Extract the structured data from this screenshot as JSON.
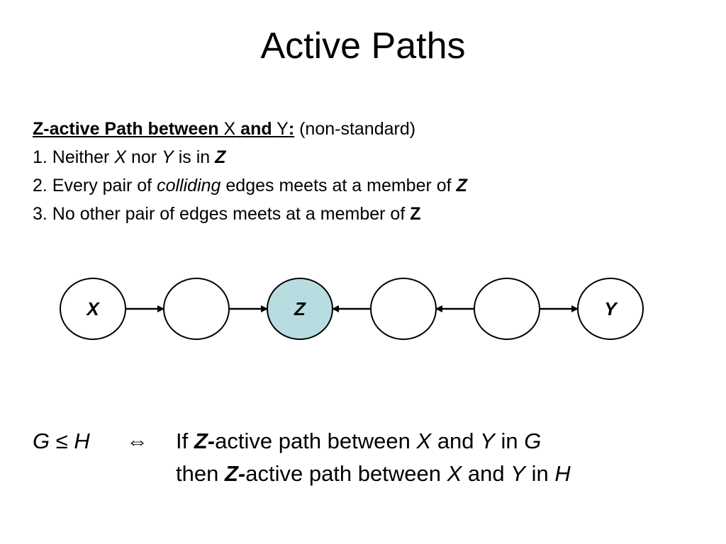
{
  "title": "Active Paths",
  "definition": {
    "heading": {
      "part1": "Z-active Path between",
      "var_x": "X",
      "and": "and",
      "var_y": "Y",
      "colon": ":",
      "note": "(non-standard)"
    },
    "rule1": {
      "prefix": "1. Neither",
      "x": "X",
      "nor": "nor",
      "y": "Y",
      "is_in": "is in",
      "z": "Z"
    },
    "rule2": {
      "prefix": "2. Every pair of",
      "colliding": "colliding",
      "suffix": "edges meets at a member of",
      "z": "Z"
    },
    "rule3": {
      "prefix": "3. No other pair of edges meets at a member of",
      "z": "Z"
    }
  },
  "diagram": {
    "nodes": [
      {
        "label": "X",
        "fill": "#ffffff"
      },
      {
        "label": "",
        "fill": "#ffffff"
      },
      {
        "label": "Z",
        "fill": "#b7dde1"
      },
      {
        "label": "",
        "fill": "#ffffff"
      },
      {
        "label": "",
        "fill": "#ffffff"
      },
      {
        "label": "Y",
        "fill": "#ffffff"
      }
    ],
    "edges": [
      {
        "from": 0,
        "to": 1
      },
      {
        "from": 1,
        "to": 2
      },
      {
        "from": 3,
        "to": 2
      },
      {
        "from": 4,
        "to": 3
      },
      {
        "from": 4,
        "to": 5
      }
    ]
  },
  "theorem": {
    "g": "G",
    "leq": "≤",
    "h": "H",
    "iff": "⇔",
    "line1": {
      "if": "If",
      "z": "Z-",
      "text": "active path between",
      "x": "X",
      "and": "and",
      "y": "Y",
      "in": "in",
      "graph": "G"
    },
    "line2": {
      "then": "then",
      "z": "Z-",
      "text": "active path between",
      "x": "X",
      "and": "and",
      "y": "Y",
      "in": "in",
      "graph": "H"
    }
  }
}
